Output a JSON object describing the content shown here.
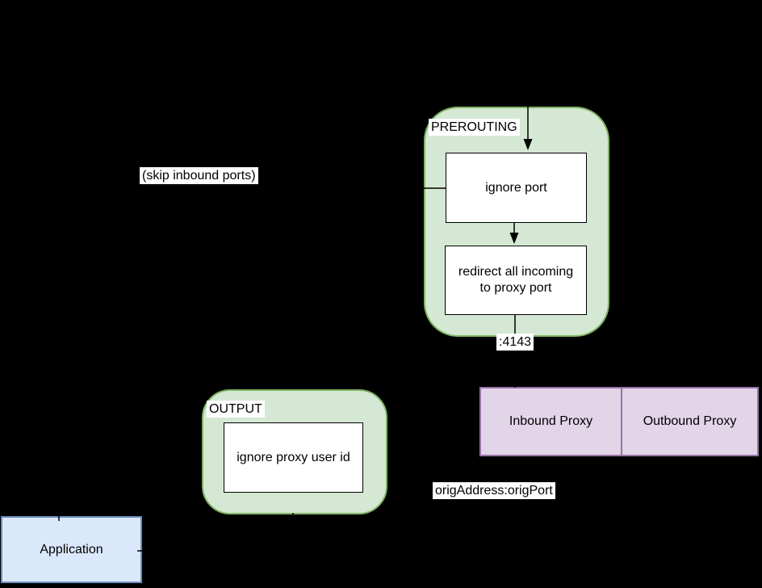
{
  "background_color": "#000000",
  "palette": {
    "chain_fill": "#d5e8d4",
    "chain_border": "#82b366",
    "rule_fill": "#ffffff",
    "rule_border": "#000000",
    "proxy_fill": "#e1d5e7",
    "proxy_border": "#9673a6",
    "application_fill": "#dae8fc",
    "application_border": "#6c8ebf",
    "edge_color": "#000000",
    "label_background": "#ffffff",
    "text_color": "#000000"
  },
  "chains": {
    "prerouting": {
      "label": "PREROUTING"
    },
    "output": {
      "label": "OUTPUT"
    }
  },
  "rules": {
    "ignore_port": {
      "label": "ignore port"
    },
    "redirect_incoming": {
      "label": "redirect all incoming to proxy port"
    },
    "ignore_proxy_user_id": {
      "label": "ignore proxy user id"
    }
  },
  "proxies": {
    "inbound": {
      "label": "Inbound Proxy"
    },
    "outbound": {
      "label": "Outbound Proxy"
    }
  },
  "application": {
    "label": "Application"
  },
  "edge_labels": {
    "skip_inbound_ports": "(skip inbound ports)",
    "proxy_port": ":4143",
    "orig_address_port": "origAddress:origPort"
  }
}
